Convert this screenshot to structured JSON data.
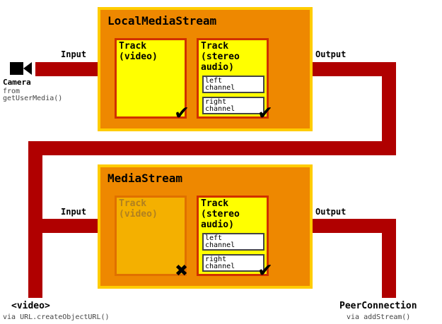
{
  "top_panel": {
    "title": "LocalMediaStream",
    "input_label": "Input",
    "output_label": "Output",
    "video_track_label": "Track\n(video)",
    "audio_track_label": "Track\n(stereo\naudio)",
    "left_channel": "left\nchannel",
    "right_channel": "right\nchannel",
    "video_mark": "✔",
    "audio_mark": "✔"
  },
  "bottom_panel": {
    "title": "MediaStream",
    "input_label": "Input",
    "output_label": "Output",
    "video_track_label": "Track\n(video)",
    "audio_track_label": "Track\n(stereo\naudio)",
    "left_channel": "left\nchannel",
    "right_channel": "right\nchannel",
    "video_mark": "✖",
    "audio_mark": "✔"
  },
  "source": {
    "name": "Camera",
    "from_text": "from",
    "api": "getUserMedia()"
  },
  "sink_video": {
    "name": "<video>",
    "via": "via URL.createObjectURL()"
  },
  "sink_peer": {
    "name": "PeerConnection",
    "via": "via addStream()"
  },
  "colors": {
    "pipe": "#b00000",
    "panel": "#ee8800",
    "panel_border": "#ffcc00",
    "track": "#ffff00",
    "track_border": "#d03000",
    "track_disabled": "#f4b000"
  },
  "icons": {
    "camera": "camera-icon"
  }
}
